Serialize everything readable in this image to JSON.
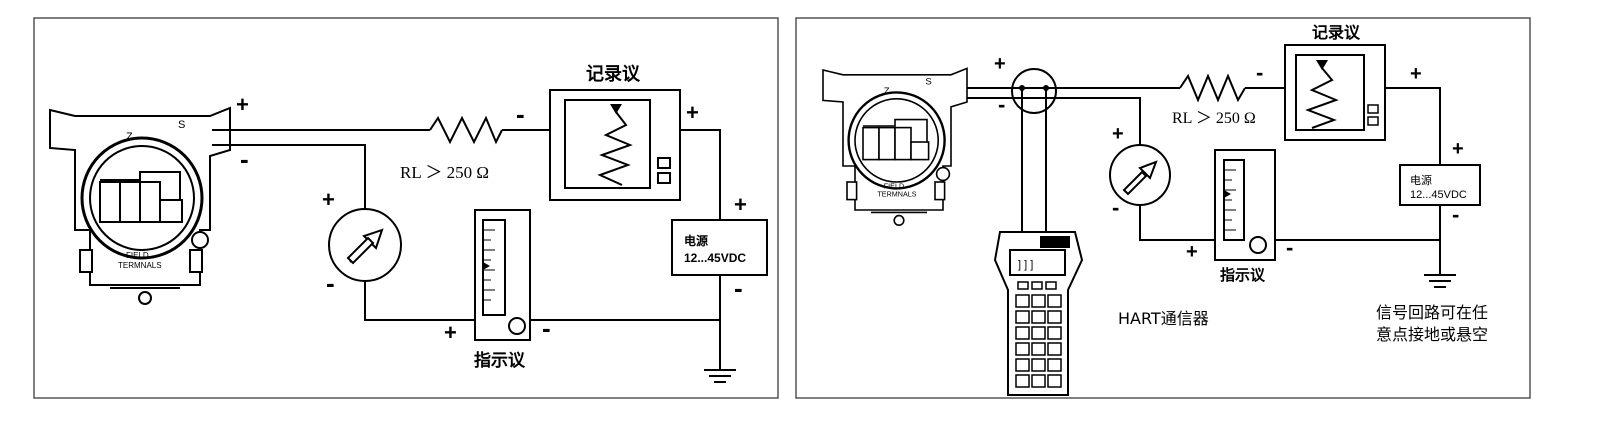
{
  "left": {
    "recorder_label": "记录议",
    "indicator_label": "指示议",
    "resistor_label": "RL ＞ 250 Ω",
    "power_label_1": "电源",
    "power_label_2": "12...45VDC",
    "field_terminals_1": "FIELD",
    "field_terminals_2": "TERMNALS",
    "terminal_z": "Z",
    "terminal_s": "S",
    "plus": "+",
    "minus": "-"
  },
  "right": {
    "recorder_label": "记录议",
    "indicator_label": "指示议",
    "resistor_label": "RL ＞ 250 Ω",
    "power_label_1": "电源",
    "power_label_2": "12...45VDC",
    "field_terminals_1": "FIELD",
    "field_terminals_2": "TERMNALS",
    "terminal_z": "Z",
    "terminal_s": "S",
    "communicator_label": "HART通信器",
    "note_line_1": "信号回路可在任",
    "note_line_2": "意点接地或悬空",
    "plus": "+",
    "minus": "-"
  }
}
